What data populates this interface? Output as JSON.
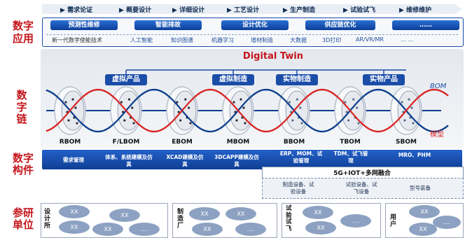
{
  "stages": [
    "需求论证",
    "概要设计",
    "详细设计",
    "工艺设计",
    "生产制造",
    "试验试飞",
    "维修维护"
  ],
  "sections": {
    "app_label": "数字应用",
    "chain_label": "数字链",
    "component_label": "数字构件",
    "units_label": "参研单位"
  },
  "apps": [
    "预测性维修",
    "智能排故",
    "设计优化",
    "供应链优化",
    "……"
  ],
  "tech": [
    "新一代数字使能技术",
    "人工智能",
    "知识图谱",
    "机器学习",
    "增材制造",
    "大数据",
    "3D打印",
    "AR/VR/MR",
    "… …"
  ],
  "chain": {
    "title": "Digital Twin",
    "top_labels": [
      "虚拟产品",
      "虚拟制造",
      "实物制造",
      "实物产品"
    ],
    "boms": [
      "RBOM",
      "F/LBOM",
      "EBOM",
      "MBOM",
      "BBOM",
      "TBOM",
      "SBOM"
    ],
    "legend_bom": "BOM",
    "legend_model": "模型"
  },
  "components": {
    "items": [
      "需求管理",
      "体系、系统建模及仿真",
      "XCAD建模及仿真",
      "3DCAPP建模及仿真",
      "ERP、MOM、试验管理",
      "TDM、试飞管理",
      "MRO、PHM"
    ],
    "network": "5G+IOT+多网融合",
    "sub_items": [
      "制造设备、试验设备",
      "试验设备、试飞设备",
      "型号装备"
    ]
  },
  "units": {
    "categories": [
      "设计所",
      "制造厂",
      "试验试飞",
      "用户"
    ],
    "oval_label": "XX",
    "more_label": "…."
  },
  "colors": {
    "accent_red": "#c4161c",
    "navy": "#0d2a52",
    "blue": "#1a4da8",
    "wave_red": "#d92323",
    "wave_blue": "#0b3d8c"
  }
}
